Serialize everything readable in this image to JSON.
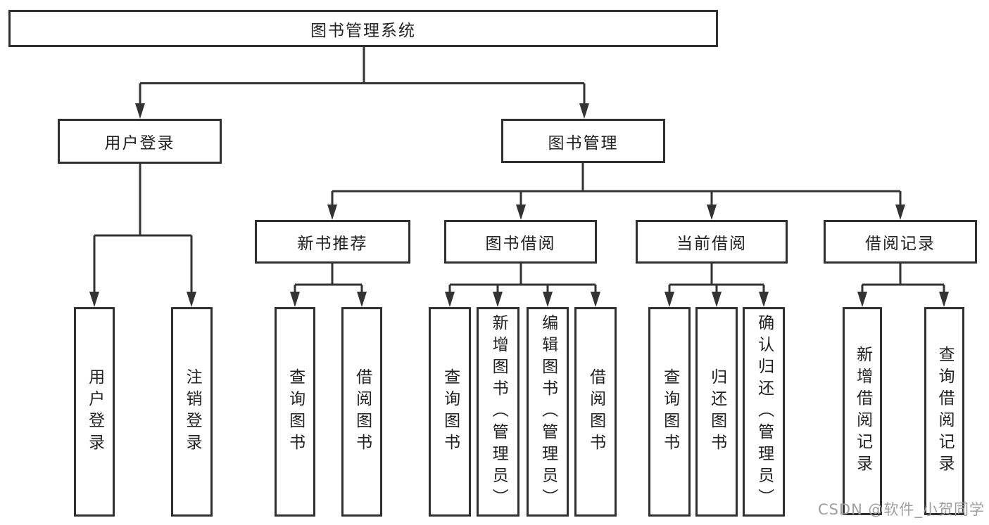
{
  "tree": {
    "root": {
      "label": "图书管理系统",
      "children": [
        {
          "label": "用户登录",
          "children": [
            {
              "label": "用户登录"
            },
            {
              "label": "注销登录"
            }
          ]
        },
        {
          "label": "图书管理",
          "children": [
            {
              "label": "新书推荐",
              "children": [
                {
                  "label": "查询图书"
                },
                {
                  "label": "借阅图书"
                }
              ]
            },
            {
              "label": "图书借阅",
              "children": [
                {
                  "label": "查询图书"
                },
                {
                  "label": "新增图书（管理员）"
                },
                {
                  "label": "编辑图书（管理员）"
                },
                {
                  "label": "借阅图书"
                }
              ]
            },
            {
              "label": "当前借阅",
              "children": [
                {
                  "label": "查询图书"
                },
                {
                  "label": "归还图书"
                },
                {
                  "label": "确认归还（管理员）"
                }
              ]
            },
            {
              "label": "借阅记录",
              "children": [
                {
                  "label": "新增借阅记录"
                },
                {
                  "label": "查询借阅记录"
                }
              ]
            }
          ]
        }
      ]
    }
  },
  "watermark": {
    "text": "CSDN @软件_小贺同学"
  },
  "colors": {
    "line": "#333333",
    "box_border": "#303030",
    "text": "#222222",
    "background": "#ffffff",
    "watermark": "#9e9e9e"
  }
}
